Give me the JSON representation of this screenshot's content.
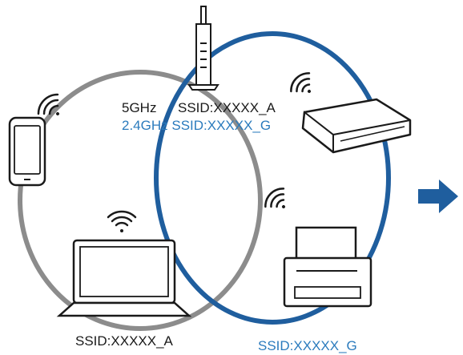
{
  "labels": {
    "band_5ghz": "5GHz",
    "ssid_5ghz": "SSID:XXXXX_A",
    "band_24ghz_line": "2.4GHz SSID:XXXXX_G",
    "network_a_caption": "SSID:XXXXX_A",
    "network_g_caption": "SSID:XXXXX_G"
  },
  "colors": {
    "network_a": "#8c8c8c",
    "network_g": "#1f5e9e",
    "label_blue": "#2b7bbd",
    "arrow": "#1f5e9e",
    "outline": "#1a1a1a"
  },
  "icons": {
    "router": "wireless-router-icon",
    "smartphone": "smartphone-icon",
    "laptop": "laptop-icon",
    "projector": "projector-icon",
    "printer": "printer-icon",
    "wifi": "wifi-signal-icon",
    "arrow": "arrow-right-icon"
  }
}
